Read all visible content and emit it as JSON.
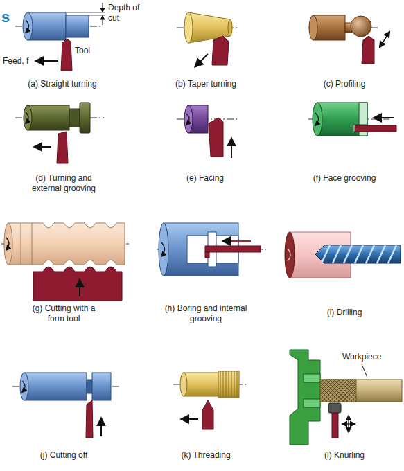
{
  "diagram": {
    "labels": [
      "s",
      "Depth of cut",
      "Feed, f",
      "Tool",
      "(a) Straight turning",
      "(b) Taper turning",
      "(c) Profiling",
      "(d) Turning and external grooving",
      "(e) Facing",
      "(f) Face grooving",
      "(g) Cutting with a form tool",
      "(h) Boring and internal grooving",
      "(i) Drilling",
      "Workpiece",
      "(j) Cutting off",
      "(k) Threading",
      "(l) Knurling"
    ]
  }
}
